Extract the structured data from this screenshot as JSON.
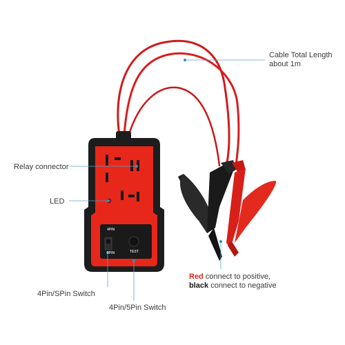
{
  "image": {
    "subject": "relay tester device with red and black alligator clip leads",
    "colors": {
      "housing_red": "#e8271b",
      "frame_black": "#1d1d1d",
      "cable_red": "#d81e1e",
      "cable_black": "#1a1a1a",
      "callout_line": "#5aa3c7",
      "callout_dot": "#2f8fc0"
    }
  },
  "callouts": {
    "cable_line1": "Cable Total Length",
    "cable_line2": "about 1m",
    "relay": "Relay connector",
    "led": "LED",
    "color_red_word": "Red",
    "color_line1_rest": " connect to positive,",
    "color_black_word": "black",
    "color_line2_rest": " connect to negative",
    "switch_1": "4Pin/SPin Switch",
    "switch_2": "4Pin/5Pin Switch"
  },
  "device": {
    "label_4pin": "4PIN",
    "label_5pin": "5PIN",
    "label_test": "TEST"
  }
}
